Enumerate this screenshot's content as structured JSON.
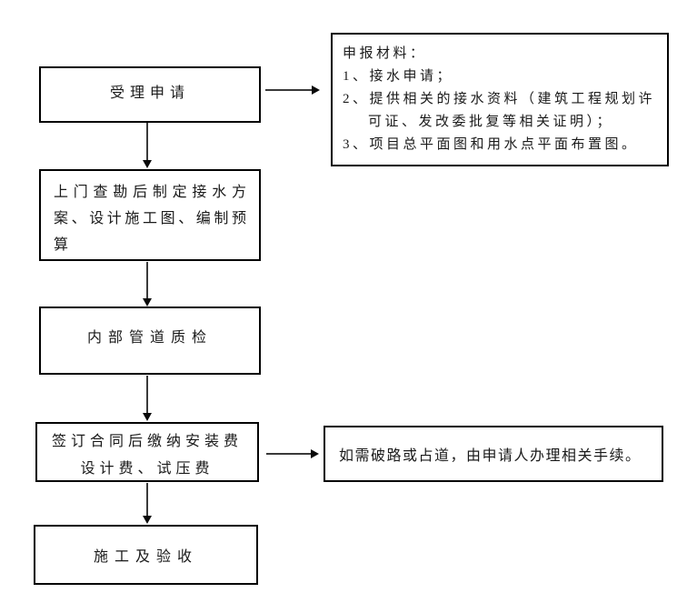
{
  "flowchart": {
    "steps": [
      {
        "id": "accept",
        "label": "受理申请"
      },
      {
        "id": "survey",
        "lines": [
          "上门查勘后制定接水方",
          "案、设计施工图、编制预",
          "算"
        ]
      },
      {
        "id": "inspection",
        "label": "内部管道质检"
      },
      {
        "id": "contract",
        "lines": [
          "签订合同后缴纳安装费",
          "设计费、试压费"
        ]
      },
      {
        "id": "construction",
        "label": "施工及验收"
      }
    ],
    "materials_note": {
      "lines": [
        "申报材料：",
        "1、接水申请；",
        "2、提供相关的接水资料（建筑工程规划许",
        "可证、发改委批复等相关证明）；",
        "3、项目总平面图和用水点平面布置图。"
      ]
    },
    "road_note": {
      "text": "如需破路或占道，由申请人办理相关手续。"
    }
  },
  "colors": {
    "background": "#ffffff",
    "box_border": "#000000",
    "text": "#1a1a1a",
    "arrow_line": "#3a3a3a",
    "arrow_head": "#0a0a0a"
  }
}
